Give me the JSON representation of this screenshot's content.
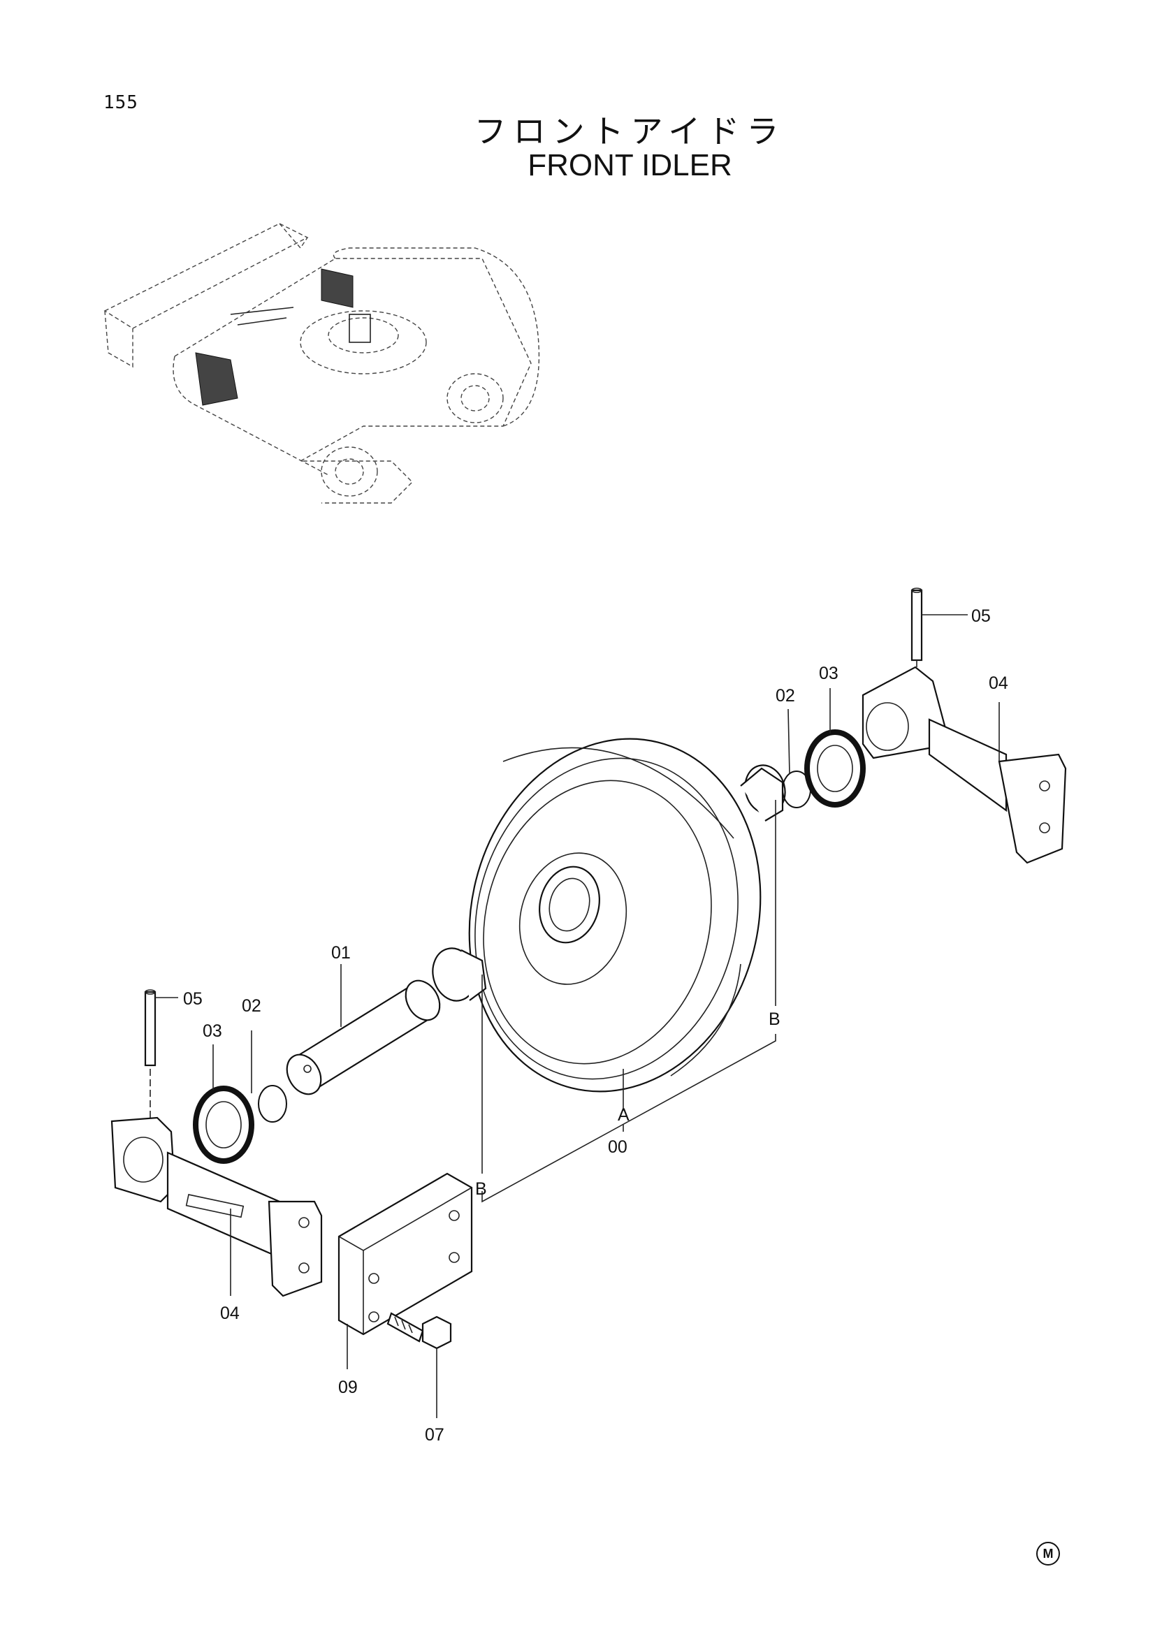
{
  "page_number": "155",
  "title_jp": "フロントアイドラ",
  "title_en": "FRONT IDLER",
  "mark": "M",
  "part_labels": {
    "p00": "00",
    "p01": "01",
    "p02_left": "02",
    "p02_right": "02",
    "p03_left": "03",
    "p03_right": "03",
    "p04_left": "04",
    "p04_right": "04",
    "p05_left": "05",
    "p05_right": "05",
    "p07": "07",
    "p09": "09",
    "ref_a": "A",
    "ref_b_left": "B",
    "ref_b_right": "B"
  }
}
